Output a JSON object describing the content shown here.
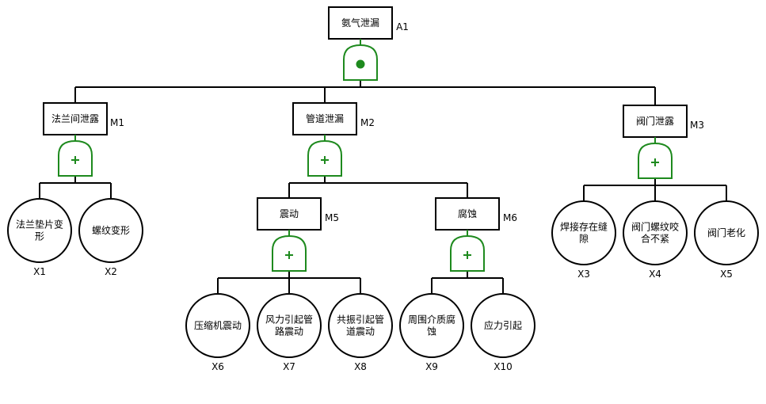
{
  "title": "氨气泄漏故障树",
  "colors": {
    "gate": "#1e8a1e",
    "line": "#000000",
    "background": "#ffffff"
  },
  "top_event": {
    "id": "A1",
    "label": "氨气泄漏",
    "gate": "AND"
  },
  "intermediate_events": [
    {
      "id": "M1",
      "label": "法兰间泄露",
      "gate": "OR",
      "parent": "A1"
    },
    {
      "id": "M2",
      "label": "管道泄漏",
      "gate": "OR",
      "parent": "A1"
    },
    {
      "id": "M3",
      "label": "阀门泄露",
      "gate": "OR",
      "parent": "A1"
    },
    {
      "id": "M5",
      "label": "震动",
      "gate": "OR",
      "parent": "M2"
    },
    {
      "id": "M6",
      "label": "腐蚀",
      "gate": "OR",
      "parent": "M2"
    }
  ],
  "basic_events": [
    {
      "id": "X1",
      "lines": [
        "法兰垫片变",
        "形"
      ],
      "parent": "M1"
    },
    {
      "id": "X2",
      "lines": [
        "螺纹变形"
      ],
      "parent": "M1"
    },
    {
      "id": "X3",
      "lines": [
        "焊接存在缝",
        "隙"
      ],
      "parent": "M3"
    },
    {
      "id": "X4",
      "lines": [
        "阀门螺纹咬",
        "合不紧"
      ],
      "parent": "M3"
    },
    {
      "id": "X5",
      "lines": [
        "阀门老化"
      ],
      "parent": "M3"
    },
    {
      "id": "X6",
      "lines": [
        "压缩机震动"
      ],
      "parent": "M5"
    },
    {
      "id": "X7",
      "lines": [
        "风力引起管",
        "路震动"
      ],
      "parent": "M5"
    },
    {
      "id": "X8",
      "lines": [
        "共振引起管",
        "道震动"
      ],
      "parent": "M5"
    },
    {
      "id": "X9",
      "lines": [
        "周围介质腐",
        "蚀"
      ],
      "parent": "M6"
    },
    {
      "id": "X10",
      "lines": [
        "应力引起"
      ],
      "parent": "M6"
    }
  ],
  "gate_symbols": {
    "AND": "dot",
    "OR": "+"
  }
}
